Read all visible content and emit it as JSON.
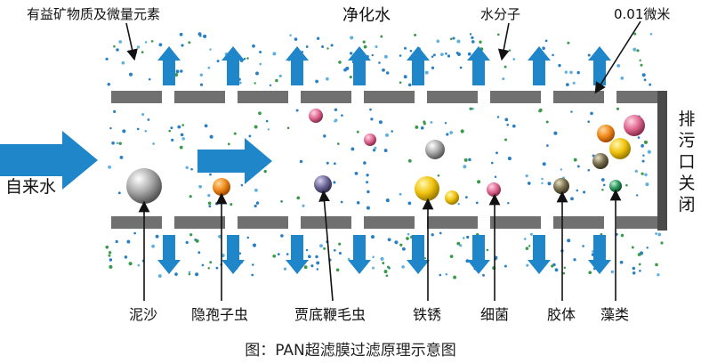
{
  "labels": {
    "top_minerals": "有益矿物质及微量元素",
    "top_pure_water": "净化水",
    "top_water_molecule": "水分子",
    "top_micron": "0.01微米",
    "inlet": "自来水",
    "outlet": "排污口关闭",
    "bottom_items": [
      "泥沙",
      "隐孢子虫",
      "贾底鞭毛虫",
      "铁锈",
      "细菌",
      "胶体",
      "藻类"
    ]
  },
  "caption": "图：PAN超滤膜过滤原理示意图",
  "colors": {
    "arrow_blue": "#1f86c9",
    "membrane_gray": "#707070",
    "end_cap": "#4a4a4a"
  }
}
